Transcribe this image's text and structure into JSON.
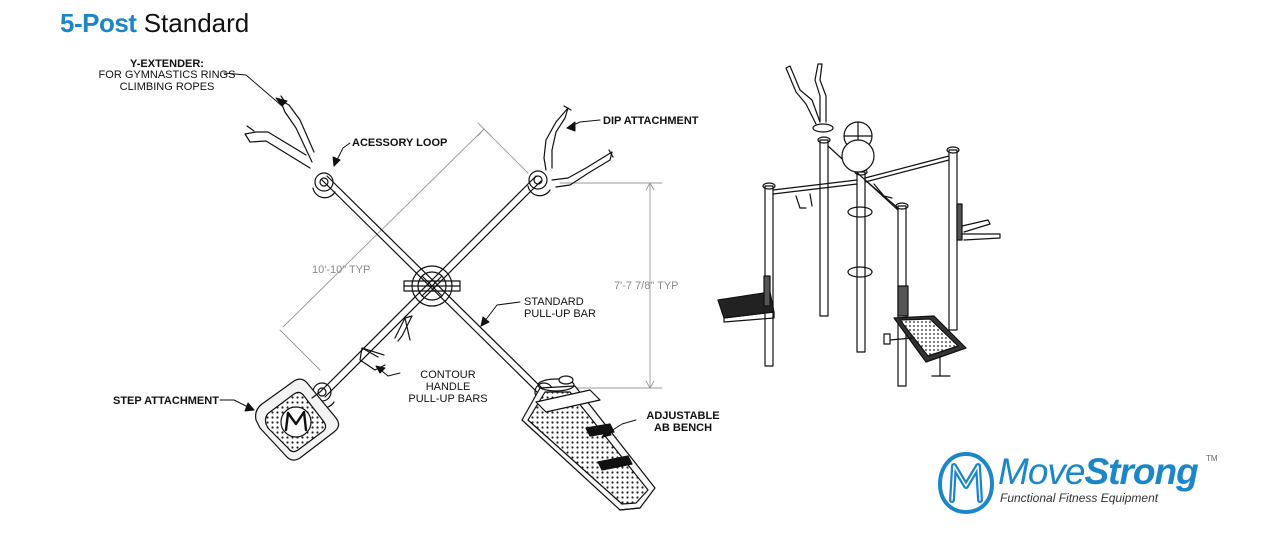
{
  "title": {
    "bold": "5-Post",
    "regular": "Standard"
  },
  "labels": {
    "y_extender_title": "Y-EXTENDER:",
    "y_extender_line1": "FOR GYMNASTICS RINGS",
    "y_extender_line2": "CLIMBING ROPES",
    "accessory_loop": "ACESSORY LOOP",
    "dip_attachment": "DIP ATTACHMENT",
    "standard_line1": "STANDARD",
    "standard_line2": "PULL-UP BAR",
    "contour_line1": "CONTOUR",
    "contour_line2": "HANDLE",
    "contour_line3": "PULL-UP BARS",
    "step_attachment": "STEP ATTACHMENT",
    "ab_bench_line1": "ADJUSTABLE",
    "ab_bench_line2": "AB BENCH"
  },
  "dimensions": {
    "diagonal": "10'-10\" TYP",
    "height": "7'-7 7/8\" TYP"
  },
  "logo": {
    "word_part1": "Move",
    "word_part2": "Strong",
    "trademark": "TM",
    "tagline": "Functional Fitness Equipment",
    "color": "#1b87c9"
  }
}
